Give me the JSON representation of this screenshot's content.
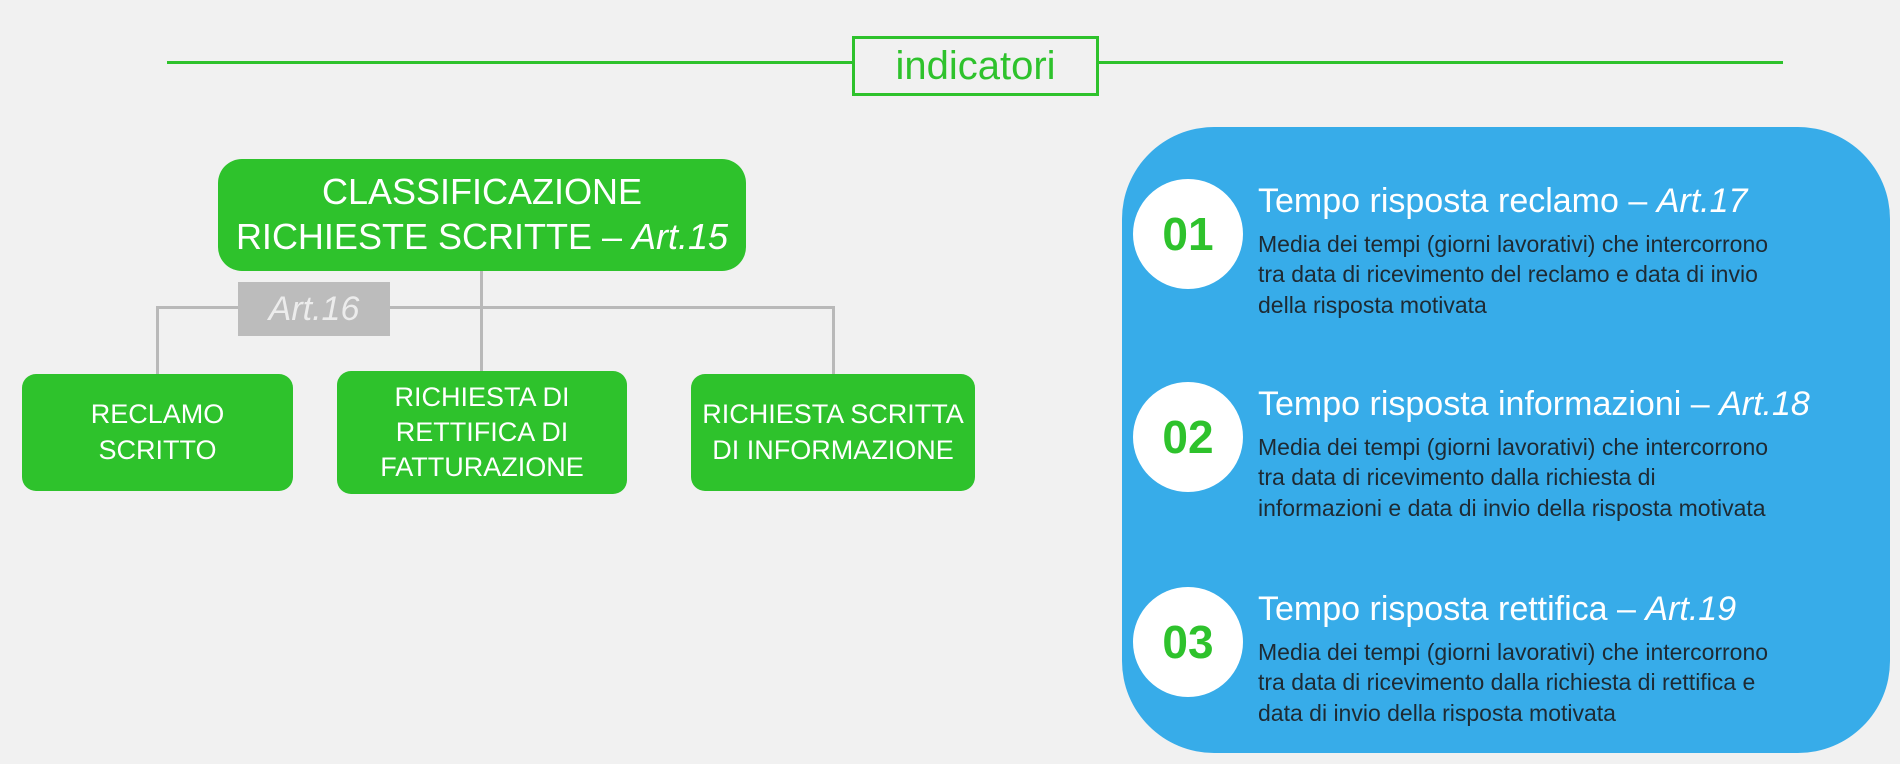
{
  "colors": {
    "background": "#F1F1F1",
    "green": "#2EC22C",
    "blue": "#37ACE9",
    "gray_box": "#BCBCBC",
    "gray_box_text": "#ECECEC",
    "connector": "#B9B9B9",
    "desc_text": "#1E2A33",
    "node_text": "#FFFFFF"
  },
  "header": {
    "title": "indicatori"
  },
  "tree": {
    "root": {
      "line1": "CLASSIFICAZIONE",
      "line2": "RICHIESTE SCRITTE –",
      "line2_art": "Art.15"
    },
    "edge_label": "Art.16",
    "children": [
      {
        "lines": [
          "RECLAMO",
          "SCRITTO"
        ]
      },
      {
        "lines": [
          "RICHIESTA DI",
          "RETTIFICA DI",
          "FATTURAZIONE"
        ]
      },
      {
        "lines": [
          "RICHIESTA SCRITTA",
          "DI INFORMAZIONE"
        ]
      }
    ]
  },
  "panel": {
    "items": [
      {
        "num": "01",
        "title": "Tempo risposta reclamo –",
        "art": "Art.17",
        "desc_lines": [
          "Media dei tempi (giorni lavorativi) che intercorrono",
          "tra data di ricevimento del reclamo e data di invio",
          "della risposta motivata"
        ]
      },
      {
        "num": "02",
        "title": "Tempo risposta informazioni –",
        "art": "Art.18",
        "desc_lines": [
          "Media dei tempi (giorni lavorativi) che intercorrono",
          "tra data di ricevimento dalla richiesta di",
          "informazioni e data di invio della risposta motivata"
        ]
      },
      {
        "num": "03",
        "title": "Tempo risposta rettifica –",
        "art": "Art.19",
        "desc_lines": [
          "Media dei tempi (giorni lavorativi) che intercorrono",
          "tra data di ricevimento dalla richiesta di rettifica e",
          "data di invio della risposta motivata"
        ]
      }
    ]
  }
}
